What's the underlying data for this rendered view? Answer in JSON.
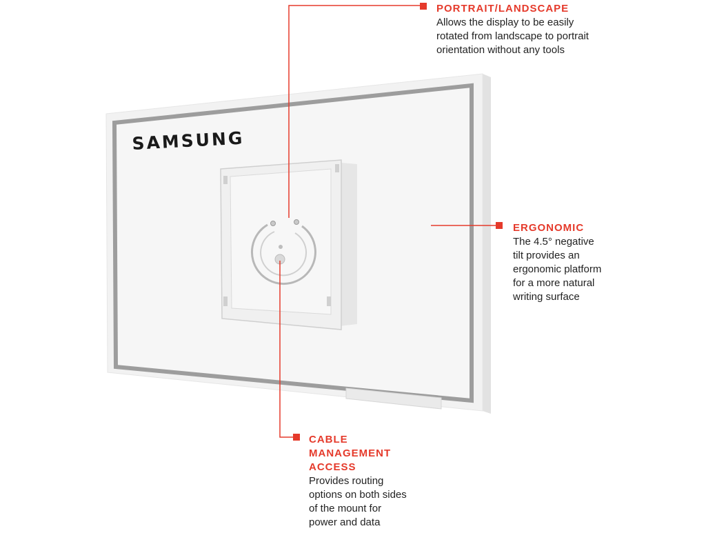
{
  "colors": {
    "accent": "#e53a2b",
    "frame_outer": "#ececec",
    "frame_border": "#9a9a9a",
    "panel": "#f5f5f5",
    "mount": "#f3f3f3"
  },
  "product": {
    "brand_logo": "SAMSUNG"
  },
  "callouts": {
    "portrait": {
      "title": "PORTRAIT/LANDSCAPE",
      "lines": [
        "Allows the display to be easily",
        "rotated from landscape to portrait",
        "orientation without any tools"
      ]
    },
    "ergonomic": {
      "title": "ERGONOMIC",
      "lines": [
        "The 4.5° negative",
        "tilt provides an",
        "ergonomic platform",
        "for a more natural",
        "writing surface"
      ]
    },
    "cable": {
      "title_lines": [
        "CABLE",
        "MANAGEMENT",
        "ACCESS"
      ],
      "lines": [
        "Provides routing",
        "options on both sides",
        "of the mount for",
        "power and data"
      ]
    }
  }
}
